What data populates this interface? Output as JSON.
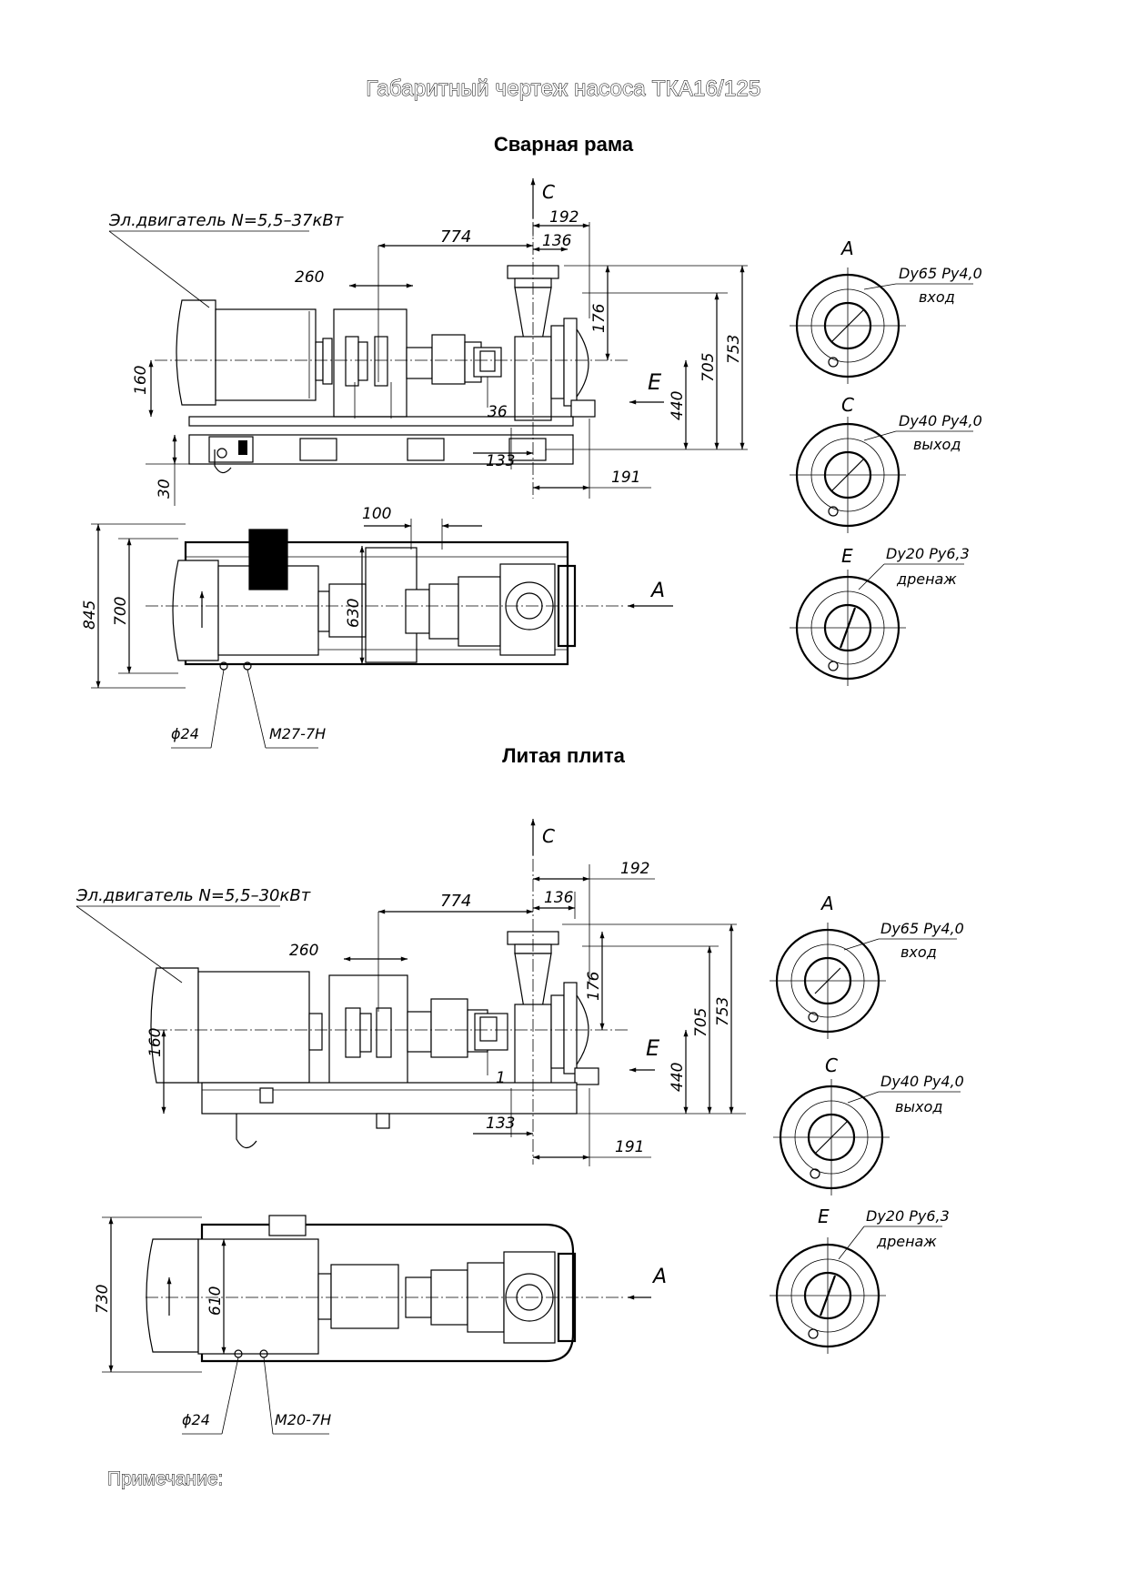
{
  "title": "Габаритный чертеж насоса ТКА16/125",
  "note_label": "Примечание:",
  "section_welded": {
    "title": "Сварная рама",
    "motor_label": "Эл.двигатель N=5,5–37кВт",
    "dims": {
      "d774": "774",
      "d192": "192",
      "d136": "136",
      "d260": "260",
      "d176": "176",
      "d160": "160",
      "d36": "36",
      "d440": "440",
      "d705": "705",
      "d753": "753",
      "d133": "133",
      "d191": "191",
      "d30": "30",
      "d100": "100",
      "d845": "845",
      "d700": "700",
      "d630": "630"
    },
    "view_c": "C",
    "view_e": "E",
    "view_a": "A",
    "hole_dia": "ϕ24",
    "thread": "M27-7H"
  },
  "section_cast": {
    "title": "Литая плита",
    "motor_label": "Эл.двигатель N=5,5–30кВт",
    "dims": {
      "d774": "774",
      "d192": "192",
      "d136": "136",
      "d260": "260",
      "d176": "176",
      "d160": "160",
      "d1": "1",
      "d440": "440",
      "d705": "705",
      "d753": "753",
      "d133": "133",
      "d191": "191",
      "d730": "730",
      "d610": "610"
    },
    "view_c": "C",
    "view_e": "E",
    "view_a": "A",
    "hole_dia": "ϕ24",
    "thread": "M20-7H"
  },
  "flanges_welded": [
    {
      "view": "A",
      "spec": "Dy65 Py4,0",
      "purpose": "вход"
    },
    {
      "view": "C",
      "spec": "Dy40 Py4,0",
      "purpose": "выход"
    },
    {
      "view": "E",
      "spec": "Dy20 Py6,3",
      "purpose": "дренаж"
    }
  ],
  "flanges_cast": [
    {
      "view": "A",
      "spec": "Dy65 Py4,0",
      "purpose": "вход"
    },
    {
      "view": "C",
      "spec": "Dy40 Py4,0",
      "purpose": "выход"
    },
    {
      "view": "E",
      "spec": "Dy20 Py6,3",
      "purpose": "дренаж"
    }
  ]
}
